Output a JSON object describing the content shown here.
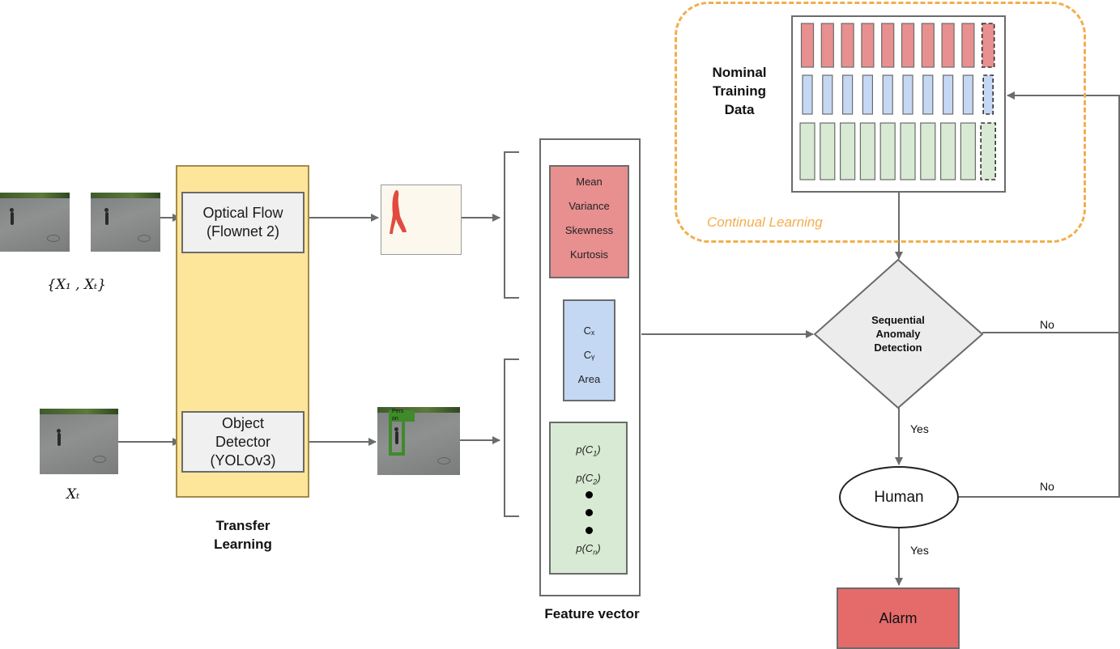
{
  "inputs": {
    "pair_label": "{X₁ , Xₜ}",
    "single_label": "Xₜ"
  },
  "transfer": {
    "optical_flow": [
      "Optical Flow",
      "(Flownet 2)"
    ],
    "object_detector": [
      "Object",
      "Detector",
      "(YOLOv3)"
    ],
    "title": [
      "Transfer",
      "Learning"
    ],
    "bbox_caption": "Pers on"
  },
  "feature_vector": {
    "title": "Feature vector",
    "motion_stats": [
      "Mean",
      "Variance",
      "Skewness",
      "Kurtosis"
    ],
    "location": [
      "Cₓ",
      "Cᵧ",
      "Area"
    ],
    "class_probs": {
      "first": "p(C1)",
      "second": "p(C2)",
      "last": "p(Cn)",
      "ellipsis_dots": 3
    }
  },
  "continual": {
    "nominal_title": [
      "Nominal",
      "Training",
      "Data"
    ],
    "label": "Continual Learning"
  },
  "decision": {
    "sequential": [
      "Sequential",
      "Anomaly",
      "Detection"
    ],
    "human": "Human",
    "alarm": "Alarm",
    "yes1": "Yes",
    "no1": "No",
    "yes2": "Yes",
    "no2": "No"
  },
  "colors": {
    "transfer_bg": "#fde59a",
    "transfer_border": "#a38a4a",
    "motion": "#e88f8f",
    "location": "#c5d8f3",
    "class": "#d8ead3",
    "alarm": "#e56b6b",
    "continual": "#f2ae4d",
    "stroke": "#6b6b6b"
  }
}
